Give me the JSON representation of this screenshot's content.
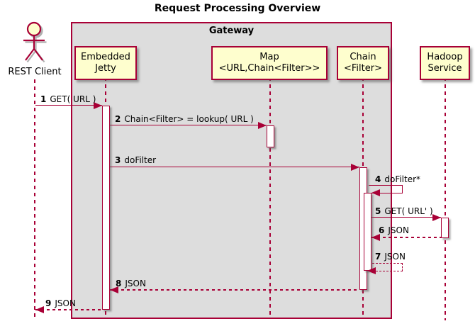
{
  "diagram": {
    "title": "Request Processing Overview",
    "frame_label": "Gateway",
    "type": "uml-sequence-diagram"
  },
  "actor": {
    "label": "REST Client"
  },
  "participants": {
    "embedded_jetty": {
      "line1": "Embedded",
      "line2": "Jetty"
    },
    "map": {
      "line1": "Map",
      "line2": "<URL,Chain<Filter>>"
    },
    "chain": {
      "line1": "Chain",
      "line2": "<Filter>"
    },
    "hadoop": {
      "line1": "Hadoop",
      "line2": "Service"
    }
  },
  "messages": [
    {
      "num": "1",
      "text": "GET( URL )",
      "from": "REST Client",
      "to": "Embedded Jetty",
      "kind": "sync"
    },
    {
      "num": "2",
      "text": "Chain<Filter> = lookup( URL )",
      "from": "Embedded Jetty",
      "to": "Map",
      "kind": "sync"
    },
    {
      "num": "3",
      "text": "doFilter",
      "from": "Embedded Jetty",
      "to": "Chain",
      "kind": "sync"
    },
    {
      "num": "4",
      "text": "doFilter*",
      "from": "Chain",
      "to": "Chain",
      "kind": "self-sync"
    },
    {
      "num": "5",
      "text": "GET( URL' )",
      "from": "Chain",
      "to": "Hadoop Service",
      "kind": "sync"
    },
    {
      "num": "6",
      "text": "JSON",
      "from": "Hadoop Service",
      "to": "Chain",
      "kind": "return"
    },
    {
      "num": "7",
      "text": "JSON",
      "from": "Chain",
      "to": "Chain",
      "kind": "self-return"
    },
    {
      "num": "8",
      "text": "JSON",
      "from": "Chain",
      "to": "Embedded Jetty",
      "kind": "return"
    },
    {
      "num": "9",
      "text": "JSON",
      "from": "Embedded Jetty",
      "to": "REST Client",
      "kind": "return"
    }
  ],
  "colors": {
    "accent": "#A80036",
    "participant_fill": "#FEFECE",
    "frame_fill": "#DDDDDD",
    "activation_fill": "#FFFFFF",
    "text": "#000000"
  }
}
